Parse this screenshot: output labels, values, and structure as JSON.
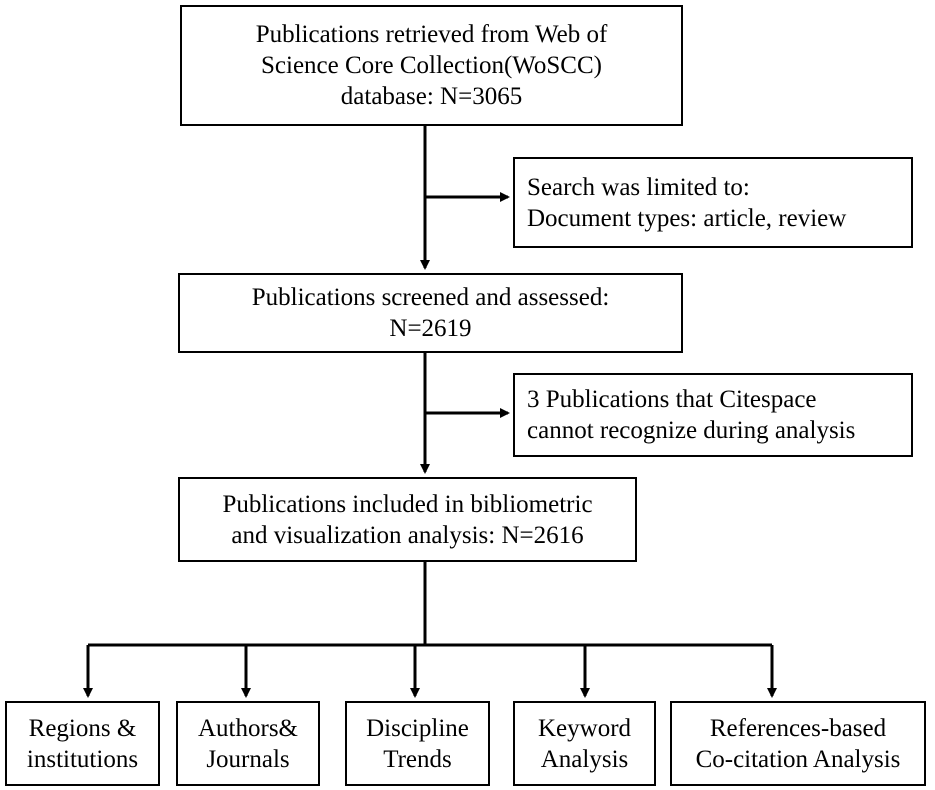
{
  "flow": {
    "retrieved": {
      "line1": "Publications retrieved from Web of",
      "line2": "Science Core Collection(WoSCC)",
      "line3": "database: N=3065"
    },
    "limit": {
      "line1": "Search was limited to:",
      "line2": "Document types: article, review"
    },
    "screened": {
      "line1": "Publications screened and assessed:",
      "line2": "N=2619"
    },
    "excluded": {
      "line1": "3 Publications that Citespace",
      "line2": "cannot recognize during analysis"
    },
    "included": {
      "line1": "Publications included in bibliometric",
      "line2": "and visualization analysis: N=2616"
    }
  },
  "outcomes": [
    {
      "line1": "Regions &",
      "line2": "institutions"
    },
    {
      "line1": "Authors&",
      "line2": "Journals"
    },
    {
      "line1": "Discipline",
      "line2": "Trends"
    },
    {
      "line1": "Keyword",
      "line2": "Analysis"
    },
    {
      "line1": "References-based",
      "line2": "Co-citation Analysis"
    }
  ]
}
